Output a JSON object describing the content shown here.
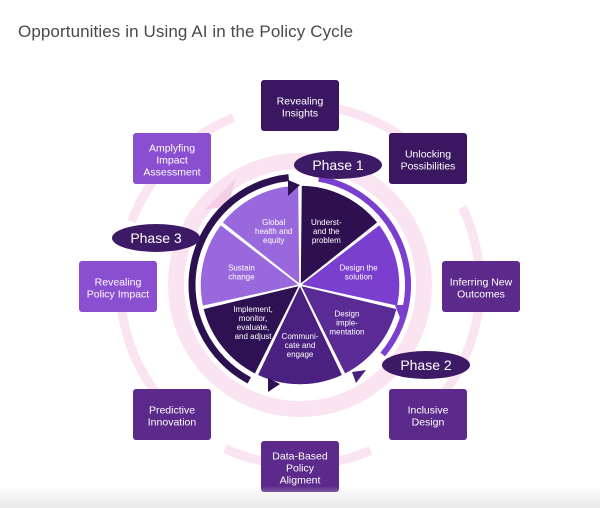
{
  "title": "Opportunities in Using AI in the Policy Cycle",
  "colors": {
    "ring": "#fbe4f1",
    "ring_dark": "#f4cfe6",
    "box_dark": "#3b1762",
    "box_mid": "#5b2a8a",
    "box_light": "#8a4fd0",
    "phase": "#3d1a66",
    "segment_shades": [
      "#2e0f50",
      "#7b3fd0",
      "#5a2b94",
      "#4a2080",
      "#2d1152",
      "#9a68dd"
    ]
  },
  "phases": [
    {
      "label": "Phase 1"
    },
    {
      "label": "Phase 2"
    },
    {
      "label": "Phase 3"
    }
  ],
  "outer_boxes": [
    {
      "id": "revealing-insights",
      "lines": [
        "Revealing",
        "Insights"
      ]
    },
    {
      "id": "unlocking-possibilities",
      "lines": [
        "Unlocking",
        "Possibilities"
      ]
    },
    {
      "id": "inferring-new-outcomes",
      "lines": [
        "Inferring New",
        "Outcomes"
      ]
    },
    {
      "id": "inclusive-design",
      "lines": [
        "Inclusive",
        "Design"
      ]
    },
    {
      "id": "data-based-policy-aligment",
      "lines": [
        "Data-Based",
        "Policy",
        "Aligment"
      ]
    },
    {
      "id": "predictive-innovation",
      "lines": [
        "Predictive",
        "Innovation"
      ]
    },
    {
      "id": "revealing-policy-impact",
      "lines": [
        "Revealing",
        "Policy Impact"
      ]
    },
    {
      "id": "amplyfing-impact-assessment",
      "lines": [
        "Amplyfing",
        "Impact",
        "Assessment"
      ]
    }
  ],
  "segments": [
    {
      "id": "understand",
      "lines": [
        "Underst-",
        "and the",
        "problem"
      ]
    },
    {
      "id": "design-solution",
      "lines": [
        "Design the",
        "solution"
      ]
    },
    {
      "id": "design-implementation",
      "lines": [
        "Design",
        "imple-",
        "mentation"
      ]
    },
    {
      "id": "communicate",
      "lines": [
        "Communi-",
        "cate and",
        "engage"
      ]
    },
    {
      "id": "implement",
      "lines": [
        "Implement,",
        "monitor,",
        "evaluate,",
        "and adjust"
      ]
    },
    {
      "id": "sustain",
      "lines": [
        "Sustain",
        "change"
      ]
    },
    {
      "id": "global-health",
      "lines": [
        "Global",
        "health and",
        "equity"
      ]
    }
  ]
}
